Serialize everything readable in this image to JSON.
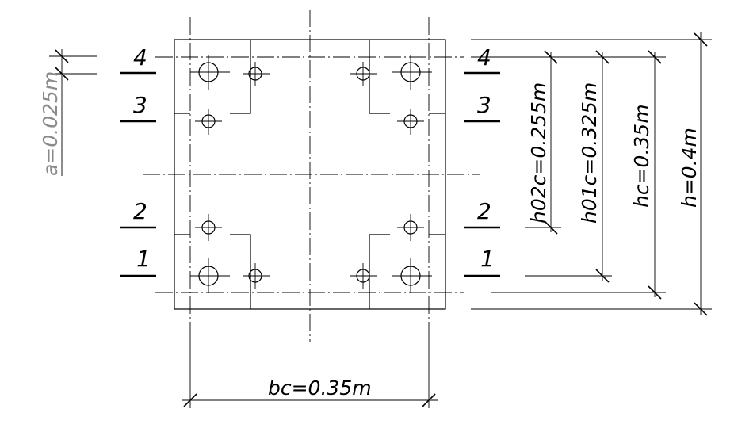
{
  "section_labels": {
    "row4": "4",
    "row3": "3",
    "row2": "2",
    "row1": "1"
  },
  "dimensions": {
    "a": "a=0.025m",
    "h02c": "h02c=0.255m",
    "h01c": "h01c=0.325m",
    "hc": "hc=0.35m",
    "h": "h=0.4m",
    "bc": "bc=0.35m"
  },
  "colors": {
    "line": "#000000",
    "dimension_a": "#8a8a8a",
    "background": "#ffffff"
  }
}
